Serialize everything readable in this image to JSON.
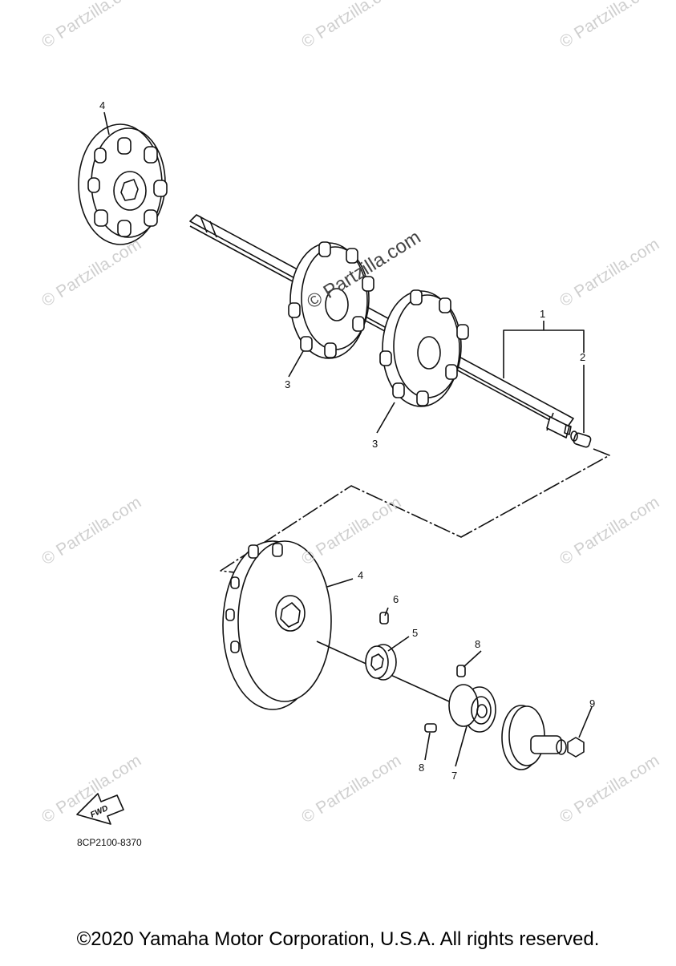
{
  "watermark": "© Partzilla.com",
  "callouts": [
    "4",
    "1",
    "2",
    "3",
    "3",
    "4",
    "6",
    "5",
    "8",
    "8",
    "7",
    "9"
  ],
  "fwd_label": "FWD",
  "diagram_code": "8CP2100-8370",
  "copyright": "©2020 Yamaha Motor Corporation, U.S.A. All rights reserved."
}
